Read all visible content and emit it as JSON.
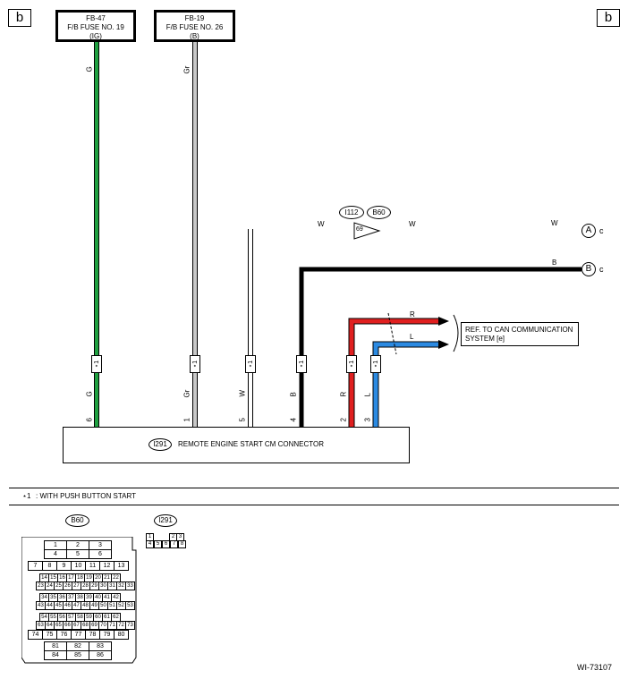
{
  "page": {
    "corner_left": "b",
    "corner_right": "b",
    "figure_id": "WI-73107"
  },
  "fuses": [
    {
      "line1": "FB-47",
      "line2": "F/B FUSE NO. 19",
      "line3": "(IG)"
    },
    {
      "line1": "FB-19",
      "line2": "F/B FUSE NO. 26",
      "line3": "(B)"
    }
  ],
  "wires": [
    {
      "color_code": "G",
      "pin": "6",
      "hex": "#1fa040"
    },
    {
      "color_code": "Gr",
      "pin": "1",
      "hex": "#c8c8c8"
    },
    {
      "color_code": "W",
      "pin": "5",
      "hex": "#ffffff"
    },
    {
      "color_code": "B",
      "pin": "4",
      "hex": "#000000"
    },
    {
      "color_code": "R",
      "pin": "2",
      "hex": "#e01f1f"
    },
    {
      "color_code": "L",
      "pin": "3",
      "hex": "#2b8ae2"
    }
  ],
  "upper_wire_labels": {
    "g_top": "G",
    "gr_top": "Gr"
  },
  "junction": {
    "connector_a": "I112",
    "connector_b": "B60",
    "pin": "69",
    "w_left": "W",
    "w_mid": "W",
    "w_right": "W",
    "b_right": "B",
    "r_label": "R",
    "l_label": "L"
  },
  "destinations": {
    "a_circle": "A",
    "a_suffix": "c",
    "b_circle": "B",
    "b_suffix": "c"
  },
  "reference_box": {
    "line1": "REF. TO CAN COMMUNICATION",
    "line2": "SYSTEM  [e]"
  },
  "star_mark": "⋆1",
  "main_connector": {
    "id": "I291",
    "name": "REMOTE ENGINE START CM CONNECTOR"
  },
  "note": {
    "mark": "⋆1",
    "text": ": WITH PUSH BUTTON START"
  },
  "connector_views": {
    "b60_label": "B60",
    "i291_label": "I291",
    "b60_rows": [
      [
        "1",
        "2",
        "3"
      ],
      [
        "4",
        "5",
        "6"
      ],
      [
        "7",
        "8",
        "9",
        "10",
        "11",
        "12",
        "13"
      ],
      [
        "14",
        "15",
        "16",
        "17",
        "18",
        "19",
        "20",
        "21",
        "22"
      ],
      [
        "23",
        "24",
        "25",
        "26",
        "27",
        "28",
        "29",
        "30",
        "31",
        "32",
        "33"
      ],
      [
        "34",
        "35",
        "36",
        "37",
        "38",
        "39",
        "40",
        "41",
        "42"
      ],
      [
        "43",
        "44",
        "45",
        "46",
        "47",
        "48",
        "49",
        "50",
        "51",
        "52",
        "53"
      ],
      [
        "54",
        "55",
        "56",
        "57",
        "58",
        "59",
        "60",
        "61",
        "62"
      ],
      [
        "63",
        "64",
        "65",
        "66",
        "67",
        "68",
        "69",
        "70",
        "71",
        "72",
        "73"
      ],
      [
        "74",
        "75",
        "76",
        "77",
        "78",
        "79",
        "80"
      ],
      [
        "81",
        "82",
        "83"
      ],
      [
        "84",
        "85",
        "86"
      ]
    ],
    "i291_top": [
      "1",
      "2",
      "3"
    ],
    "i291_bottom": [
      "4",
      "5",
      "6",
      "7",
      "8"
    ]
  }
}
